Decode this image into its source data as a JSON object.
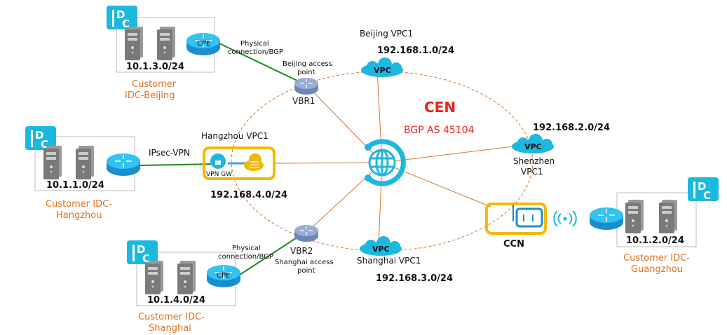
{
  "cen": {
    "title": "CEN",
    "bgp": "BGP AS 45104"
  },
  "colors": {
    "accent_red": "#e8231c",
    "orange_text": "#e0701e",
    "cyan": "#1bb8e0",
    "green_link": "#1e8a1e",
    "yellow_box": "#f5b800"
  },
  "idcs": {
    "beijing": {
      "badge": "IDC",
      "cidr": "10.1.3.0/24",
      "label1": "Customer",
      "label2": "IDC-Beijing",
      "cpe": "CPE"
    },
    "hangzhou": {
      "badge": "IDC",
      "cidr": "10.1.1.0/24",
      "label1": "Customer IDC-",
      "label2": "Hangzhou"
    },
    "shanghai": {
      "badge": "IDC",
      "cidr": "10.1.4.0/24",
      "label1": "Customer IDC-",
      "label2": "Shanghai",
      "cpe": "CPE"
    },
    "guangzhou": {
      "badge": "IDC",
      "cidr": "10.1.2.0/24",
      "label1": "Customer IDC-",
      "label2": "Guangzhou"
    }
  },
  "links": {
    "beijing_phys1": "Physical",
    "beijing_phys2": "connection/BGP",
    "shanghai_phys1": "Physical",
    "shanghai_phys2": "connection/BGP",
    "ipsec": "IPsec-VPN"
  },
  "vbr1": {
    "label": "VBR1",
    "ap1": "Beijing access",
    "ap2": "point"
  },
  "vbr2": {
    "label": "VBR2",
    "ap1": "Shanghai access",
    "ap2": "point"
  },
  "vpcs": {
    "beijing": {
      "name": "Beijing VPC1",
      "cidr": "192.168.1.0/24",
      "icon": "VPC"
    },
    "shenzhen": {
      "name1": "Shenzhen",
      "name2": "VPC1",
      "cidr": "192.168.2.0/24",
      "icon": "VPC"
    },
    "shanghai": {
      "name": "Shanghai VPC1",
      "cidr": "192.168.3.0/24",
      "icon": "VPC"
    },
    "hangzhou": {
      "name": "Hangzhou VPC1",
      "cidr": "192.168.4.0/24",
      "vpn_gw": "VPN GW"
    }
  },
  "ccn": {
    "label": "CCN"
  }
}
